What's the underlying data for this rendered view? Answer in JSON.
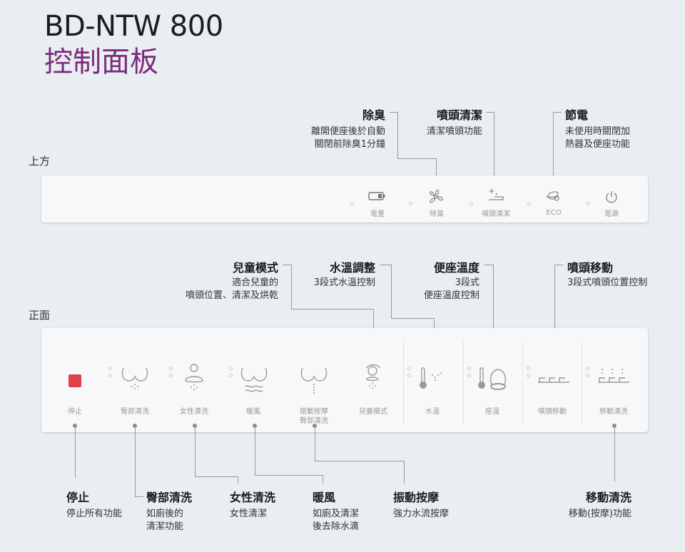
{
  "header": {
    "model": "BD-NTW 800",
    "title": "控制面板"
  },
  "top": {
    "label": "上方",
    "callouts": {
      "deodor": {
        "title": "除臭",
        "desc1": "離開便座後於自動",
        "desc2": "關閉前除臭1分鐘"
      },
      "nozzle_clean": {
        "title": "噴頭清潔",
        "desc1": "清潔噴頭功能"
      },
      "power_save": {
        "title": "節電",
        "desc1": "未使用時關閉加",
        "desc2": "熱器及便座功能"
      }
    },
    "buttons": {
      "battery": "電量",
      "deodor": "除臭",
      "nozzle_clean": "噴頭清潔",
      "eco": "ECO",
      "power": "電源"
    }
  },
  "front": {
    "label": "正面",
    "callouts_top": {
      "child": {
        "title": "兒童模式",
        "desc1": "適合兒童的",
        "desc2": "噴頭位置、清潔及烘乾"
      },
      "water_temp": {
        "title": "水溫調整",
        "desc1": "3段式水溫控制"
      },
      "seat_temp": {
        "title": "便座溫度",
        "desc1": "3段式",
        "desc2": "便座溫度控制"
      },
      "nozzle_move": {
        "title": "噴頭移動",
        "desc1": "3段式噴頭位置控制"
      }
    },
    "buttons": {
      "stop": "停止",
      "rear_wash": "臀部清洗",
      "female_wash": "女性清洗",
      "dryer": "暖風",
      "massage1": "振動按摩",
      "massage2": "臀部清洗",
      "child": "兒童模式",
      "water_temp": "水溫",
      "seat_temp": "座溫",
      "nozzle_move": "噴頭移動",
      "move_wash": "移動清洗"
    },
    "callouts_bottom": {
      "stop": {
        "title": "停止",
        "desc1": "停止所有功能"
      },
      "rear_wash": {
        "title": "臀部清洗",
        "desc1": "如廁後的",
        "desc2": "清潔功能"
      },
      "female_wash": {
        "title": "女性清洗",
        "desc1": "女性清潔"
      },
      "dryer": {
        "title": "暖風",
        "desc1": "如廁及清潔",
        "desc2": "後去除水滴"
      },
      "massage": {
        "title": "振動按摩",
        "desc1": "強力水流按摩"
      },
      "move_wash": {
        "title": "移動清洗",
        "desc1": "移動(按摩)功能"
      }
    }
  },
  "colors": {
    "accent": "#7b2a7c",
    "stop": "#e0404a"
  }
}
